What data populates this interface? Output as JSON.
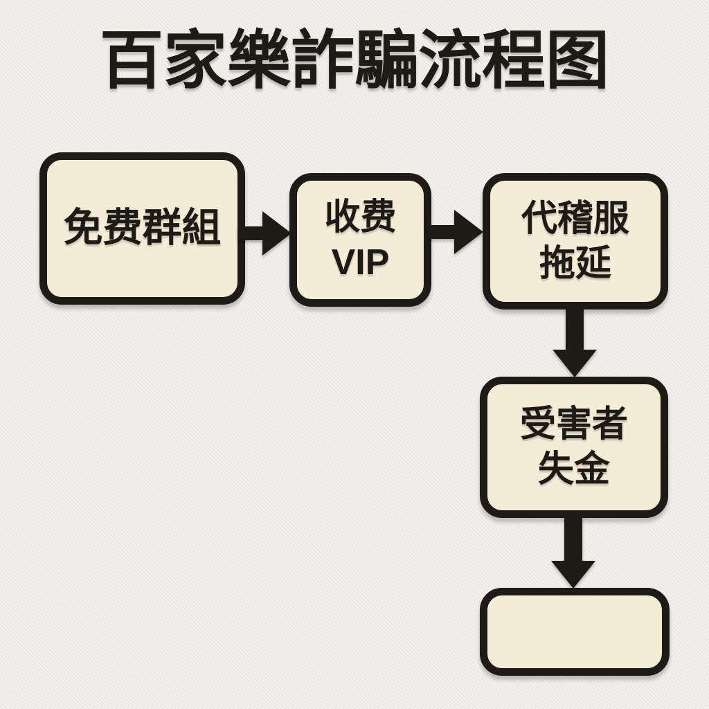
{
  "page": {
    "title": "百家樂詐騙流程图",
    "background_color": "#eeece7",
    "ink_color": "#1e1b17",
    "node_fill_color": "#f5ecd7"
  },
  "flowchart": {
    "nodes": [
      {
        "id": "free-group",
        "label": "免费群組"
      },
      {
        "id": "paid-vip",
        "label": "收费\nVIP"
      },
      {
        "id": "agent-service-delay",
        "label": "代稽服\n拖延"
      },
      {
        "id": "victim-loses-money",
        "label": "受害者\n失金"
      },
      {
        "id": "end-empty",
        "label": ""
      }
    ],
    "edges": [
      {
        "from": "free-group",
        "to": "paid-vip",
        "direction": "right",
        "icon": "arrow-right-icon"
      },
      {
        "from": "paid-vip",
        "to": "agent-service-delay",
        "direction": "right",
        "icon": "arrow-right-icon"
      },
      {
        "from": "agent-service-delay",
        "to": "victim-loses-money",
        "direction": "down",
        "icon": "arrow-down-icon"
      },
      {
        "from": "victim-loses-money",
        "to": "end-empty",
        "direction": "down",
        "icon": "arrow-down-icon"
      }
    ]
  }
}
